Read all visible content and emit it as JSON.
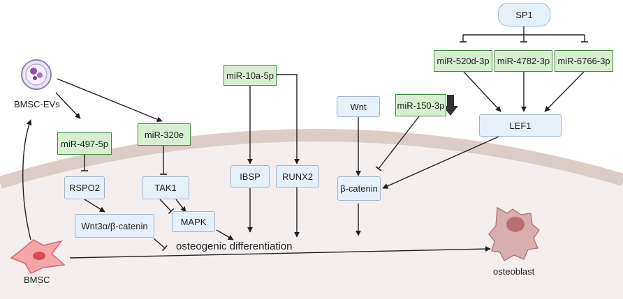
{
  "colors": {
    "membrane": "#dcccc6",
    "cytoplasm": "#f4efee",
    "mirna_fill": "#d6efcf",
    "mirna_border": "#3f8a3a",
    "protein_fill": "#e6f0fb",
    "protein_border": "#9fb4cd",
    "arrow": "#1f1f1f"
  },
  "icons": {
    "bmsc_evs": "extracellular-vesicle-icon",
    "bmsc": "stem-cell-icon",
    "osteoblast": "osteoblast-cell-icon",
    "down_arrow": "downregulation-arrow-icon"
  },
  "labels": {
    "bmsc_evs": "BMSC-EVs",
    "bmsc": "BMSC",
    "osteoblast": "osteoblast",
    "osteogenic": "osteogenic differentiation"
  },
  "mirnas": {
    "mir497": "miR-497-5p",
    "mir320e": "miR-320e",
    "mir10a": "miR-10a-5p",
    "mir150": "miR-150-3p",
    "mir520d": "miR-520d-3p",
    "mir4782": "miR-4782-3p",
    "mir6766": "miR-6766-3p"
  },
  "proteins": {
    "sp1": "SP1",
    "lef1": "LEF1",
    "wnt": "Wnt",
    "beta_catenin": "β-catenin",
    "ibsp": "IBSP",
    "runx2": "RUNX2",
    "rspo2": "RSPO2",
    "tak1": "TAK1",
    "wnt3a": "Wnt3α/β-catenin",
    "mapk": "MAPK"
  }
}
